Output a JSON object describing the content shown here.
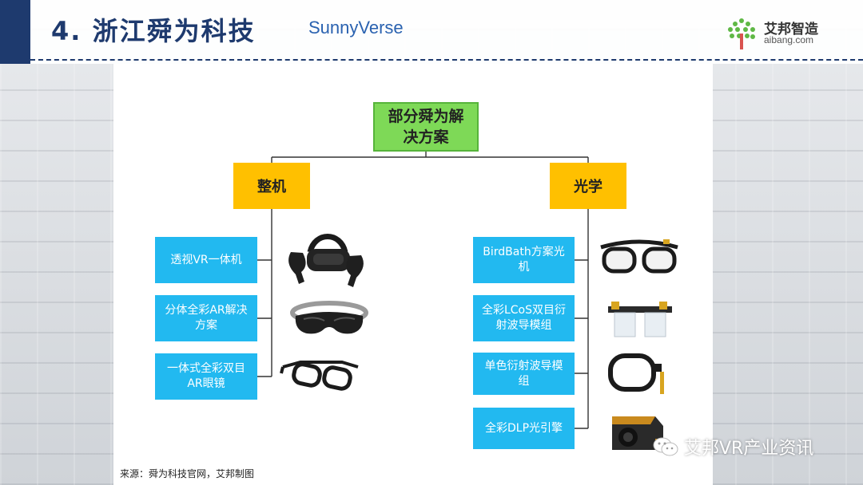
{
  "header": {
    "title": "4. 浙江舜为科技",
    "brand": "SunnyVerse",
    "logo_cn": "艾邦智造",
    "logo_en": "aibang.com"
  },
  "diagram": {
    "root": "部分舜为解决方案",
    "left": {
      "label": "整机",
      "items": [
        "透视VR一体机",
        "分体全彩AR解决方案",
        "一体式全彩双目AR眼镜"
      ]
    },
    "right": {
      "label": "光学",
      "items": [
        "BirdBath方案光机",
        "全彩LCoS双目衍射波导模组",
        "单色衍射波导模组",
        "全彩DLP光引擎"
      ]
    }
  },
  "images": [
    "vr-headset-icon",
    "ar-glasses-icon",
    "smart-glasses-icon",
    "birdbath-glasses-icon",
    "lcos-waveguide-icon",
    "mono-waveguide-icon",
    "dlp-engine-icon"
  ],
  "source": "来源：舜为科技官网，艾邦制图",
  "watermark": "艾邦VR产业资讯",
  "colors": {
    "navy": "#1e3a6e",
    "root": "#7ed957",
    "category": "#ffc000",
    "item": "#22b9f0"
  }
}
